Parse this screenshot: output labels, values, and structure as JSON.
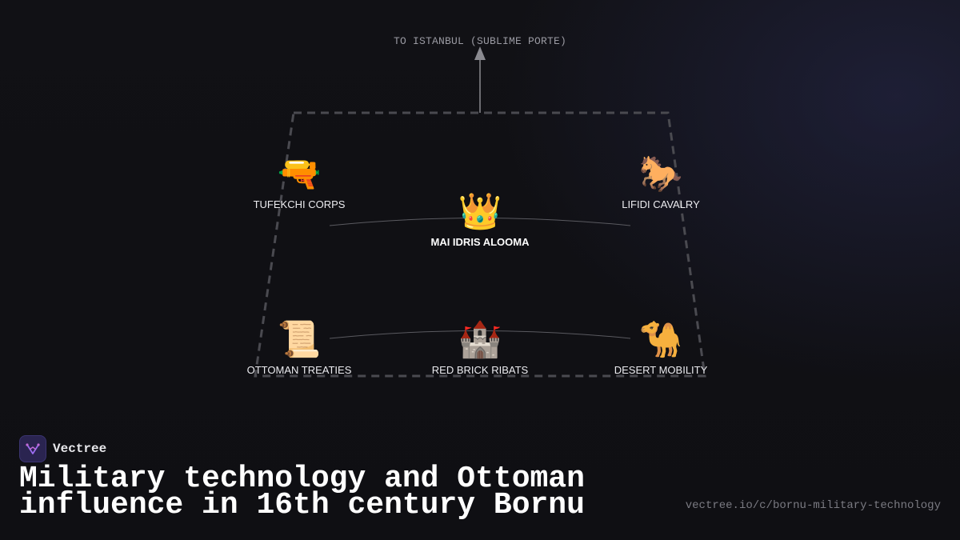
{
  "diagram": {
    "top_label": "TO ISTANBUL (SUBLIME PORTE)",
    "center": {
      "emoji": "👑",
      "label": "MAI IDRIS ALOOMA"
    },
    "nodes": {
      "top_left": {
        "emoji": "🔫",
        "label": "TUFEKCHI CORPS"
      },
      "top_right": {
        "emoji": "🐎",
        "label": "LIFIDI CAVALRY"
      },
      "bottom_left": {
        "emoji": "📜",
        "label": "OTTOMAN TREATIES"
      },
      "bottom_center": {
        "emoji": "🏰",
        "label": "RED BRICK RIBATS"
      },
      "bottom_right": {
        "emoji": "🐪",
        "label": "DESERT MOBILITY"
      }
    }
  },
  "brand": {
    "name": "Vectree",
    "icon": "vectree-logo-icon"
  },
  "title": "Military technology and Ottoman influence in 16th century Bornu",
  "url": "vectree.io/c/bornu-military-technology",
  "colors": {
    "background": "#101014",
    "frame": "#4a4a50",
    "arrow": "#8a8a90",
    "text": "#ececf0",
    "muted": "#7a7a82",
    "brand_accent": "#9b6cf0"
  }
}
